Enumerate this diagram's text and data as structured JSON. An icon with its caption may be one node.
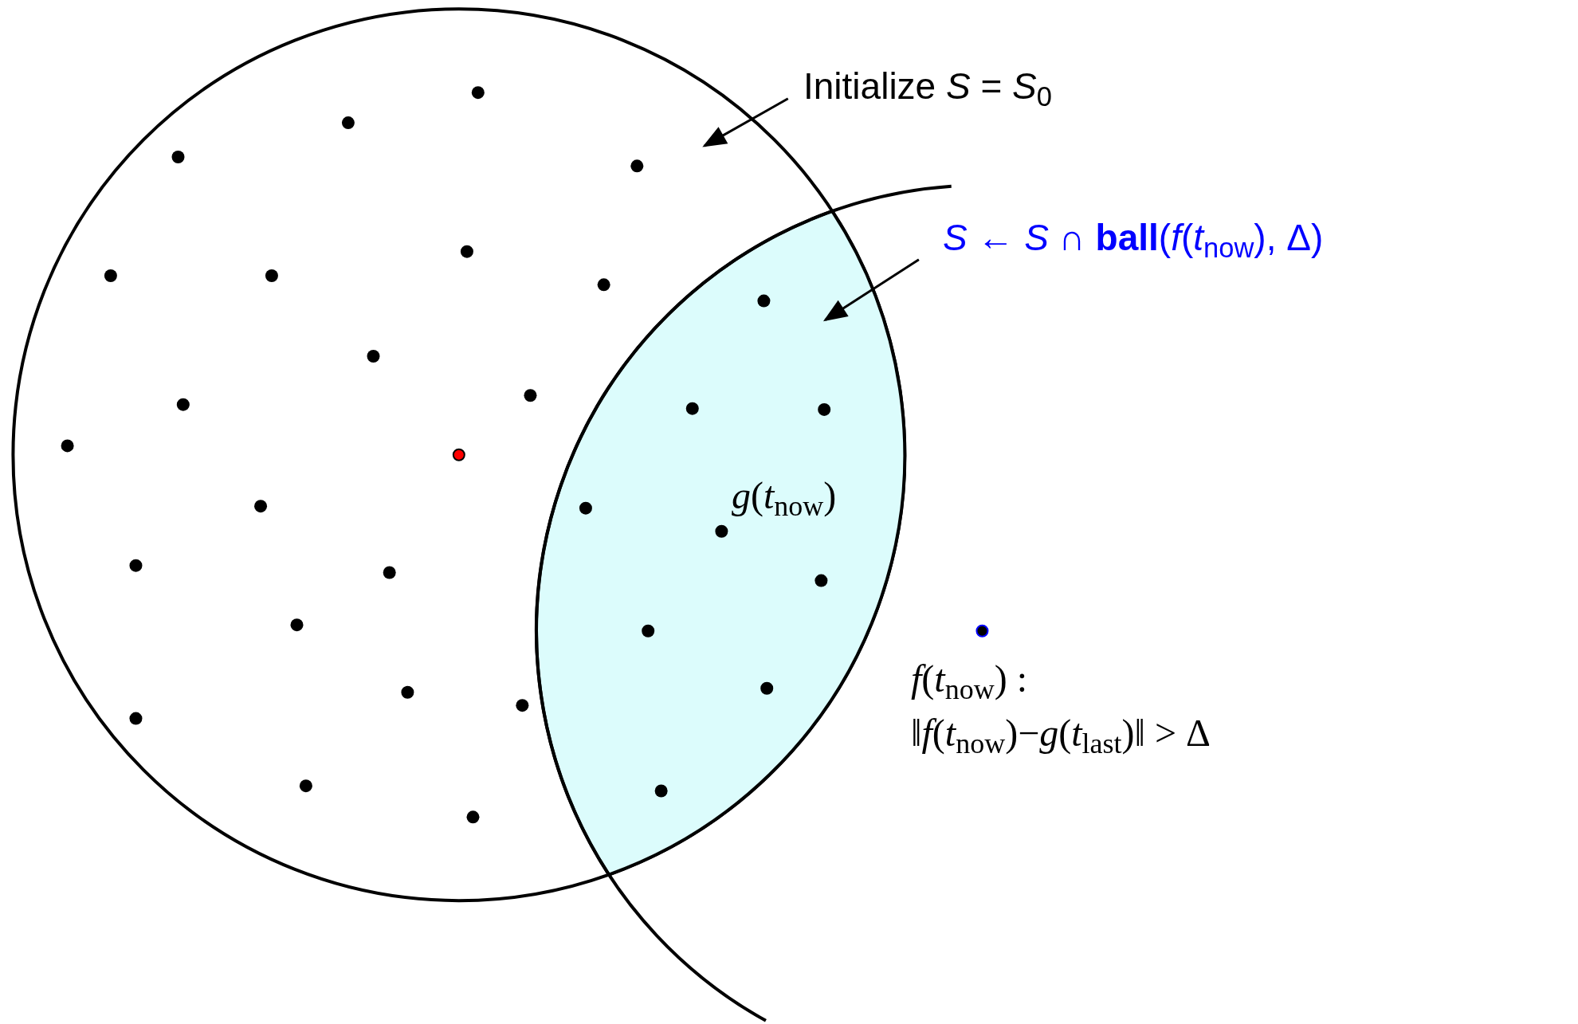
{
  "diagram": {
    "nodes": [
      {
        "text": [
          "Initialize *S* = *S*$_{0}$"
        ]
      },
      {
        "text": [],
        "shape": "circle"
      },
      {
        "text": [
          "*S* ← *S* ∩ **ball**(*f*(*t*$_{now}$), Δ)"
        ]
      },
      {
        "text": [],
        "shape": "lens",
        "in": 1
      }
    ],
    "edges": [
      {
        "from": 0,
        "to": 1,
        "arrow": "to"
      },
      {
        "from": 2,
        "to": 3,
        "arrow": "to"
      }
    ],
    "labels": [
      "*g*(*t*$_{now}$)",
      "*f*(*t*$_{now}$) :",
      "‖*f*(*t*$_{now}$)−*g*(*t*$_{last}$)‖ > Δ"
    ]
  }
}
